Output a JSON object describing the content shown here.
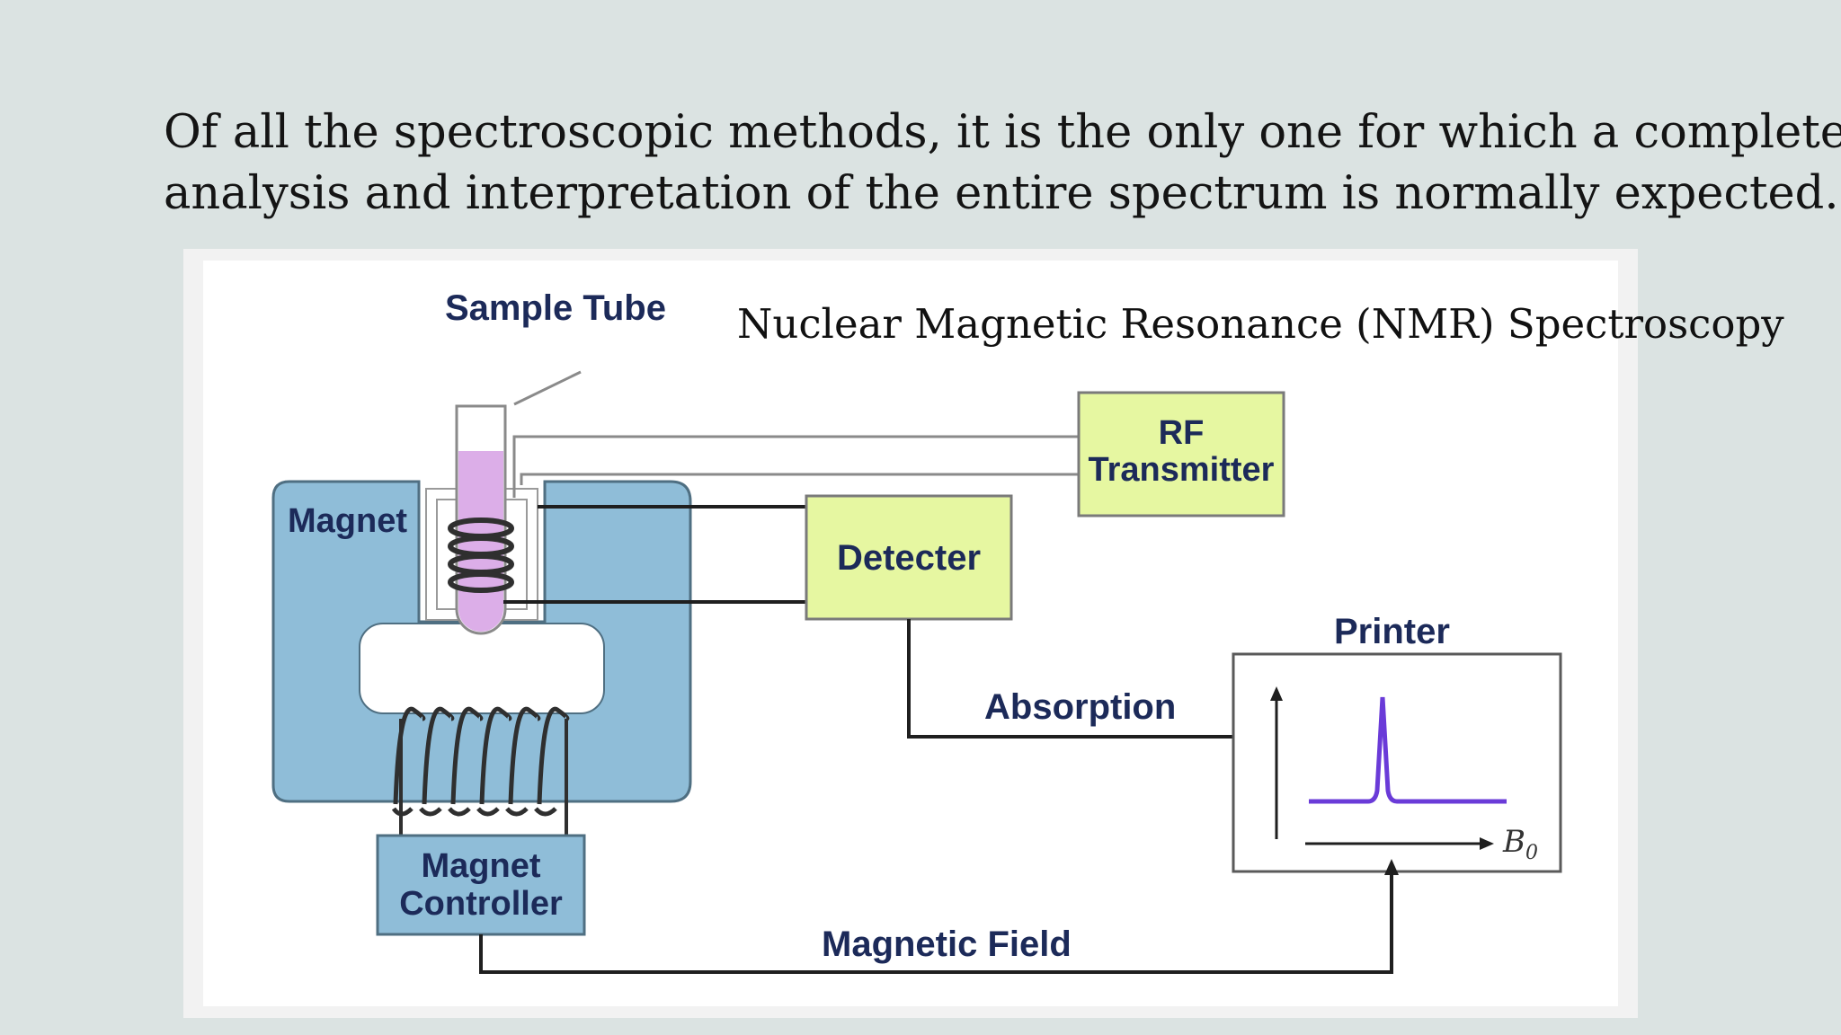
{
  "heading": {
    "line1": "Of all the spectroscopic methods, it is the only one for which a complete",
    "line2": "analysis and interpretation of the entire spectrum is normally expected."
  },
  "diagram": {
    "title": "Nuclear Magnetic Resonance (NMR) Spectroscopy",
    "labels": {
      "sample_tube": "Sample Tube",
      "magnet": "Magnet",
      "rf_transmitter_line1": "RF",
      "rf_transmitter_line2": "Transmitter",
      "detector": "Detecter",
      "printer": "Printer",
      "absorption": "Absorption",
      "magnet_controller_line1": "Magnet",
      "magnet_controller_line2": "Controller",
      "magnetic_field": "Magnetic Field",
      "b0": "B",
      "b0_sub": "0"
    },
    "colors": {
      "magnet": "#8fbdd8",
      "box_fill": "#e6f7a1",
      "sample": "#dcaee8",
      "peak": "#6a3bd8",
      "text": "#1c2a59"
    }
  }
}
